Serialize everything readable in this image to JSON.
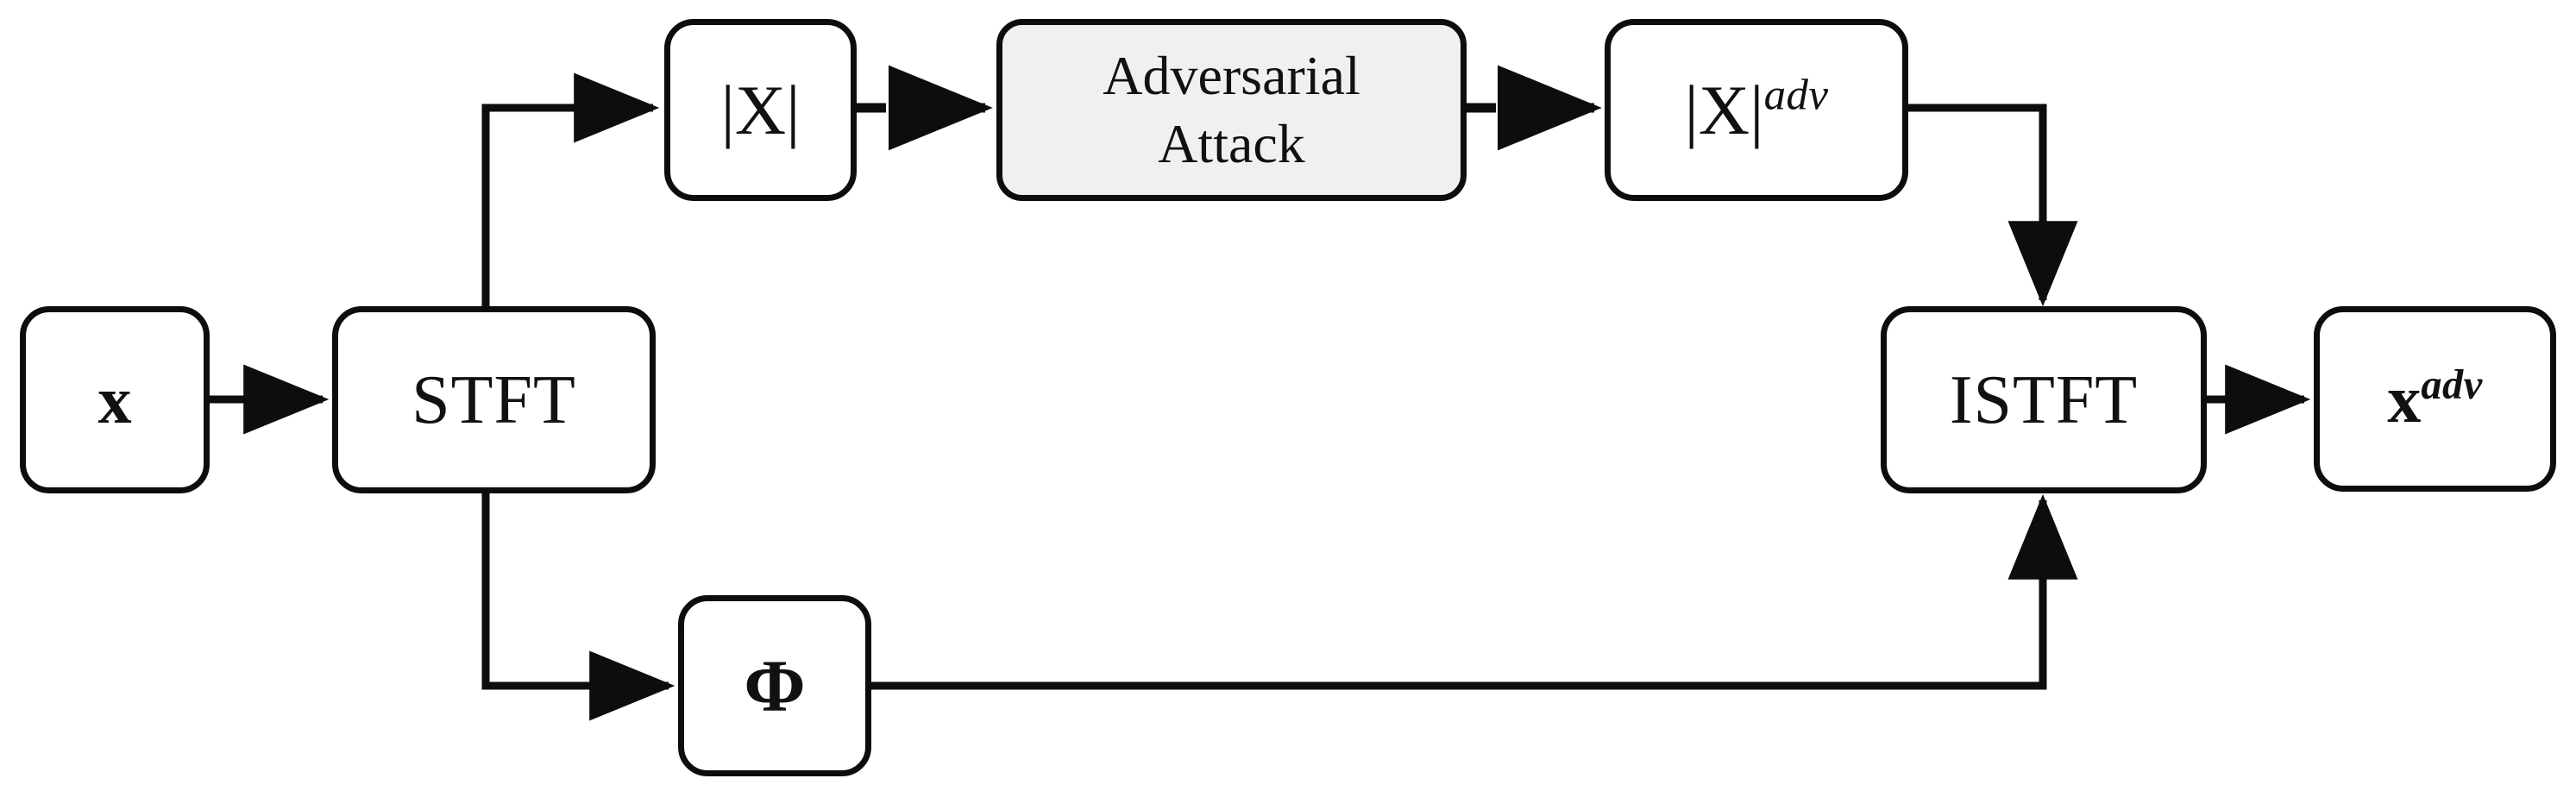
{
  "diagram": {
    "title": "STFT adversarial attack pipeline",
    "type": "flowchart",
    "background_color": "#ffffff",
    "stroke_color": "#0d0d0d",
    "highlight_fill": "#f0f0f0"
  },
  "nodes": {
    "input": {
      "id": "x",
      "label": "x",
      "superscript": "",
      "shape": "rounded-rect",
      "fill": "#ffffff"
    },
    "stft": {
      "id": "stft",
      "label": "STFT",
      "superscript": "",
      "shape": "rounded-rect",
      "fill": "#ffffff"
    },
    "magnitude": {
      "id": "magnitude",
      "label": "|X|",
      "superscript": "",
      "shape": "rounded-rect",
      "fill": "#ffffff"
    },
    "attack": {
      "id": "attack",
      "label_line1": "Adversarial",
      "label_line2": "Attack",
      "shape": "rounded-rect",
      "fill": "#f0f0f0"
    },
    "magnitude_adv": {
      "id": "magnitude-adv",
      "label": "|X|",
      "superscript": "adv",
      "shape": "rounded-rect",
      "fill": "#ffffff"
    },
    "istft": {
      "id": "istft",
      "label": "ISTFT",
      "superscript": "",
      "shape": "rounded-rect",
      "fill": "#ffffff"
    },
    "output": {
      "id": "x-adv",
      "label": "x",
      "superscript": "adv",
      "shape": "rounded-rect",
      "fill": "#ffffff"
    },
    "phase": {
      "id": "phi",
      "label": "Φ",
      "superscript": "",
      "shape": "rounded-rect",
      "fill": "#ffffff"
    }
  },
  "edges": [
    {
      "id": "x-to-stft",
      "from": "x",
      "to": "stft",
      "style": "solid",
      "arrow": "end"
    },
    {
      "id": "stft-to-magnitude",
      "from": "stft",
      "to": "magnitude",
      "style": "solid",
      "arrow": "end"
    },
    {
      "id": "magnitude-to-attack",
      "from": "magnitude",
      "to": "attack",
      "style": "dashed",
      "arrow": "end"
    },
    {
      "id": "attack-to-magnitude-adv",
      "from": "attack",
      "to": "magnitude-adv",
      "style": "dashed",
      "arrow": "end"
    },
    {
      "id": "magnitude-adv-to-istft",
      "from": "magnitude-adv",
      "to": "istft",
      "style": "solid",
      "arrow": "end"
    },
    {
      "id": "stft-to-phi",
      "from": "stft",
      "to": "phi",
      "style": "solid",
      "arrow": "end"
    },
    {
      "id": "phi-to-istft",
      "from": "phi",
      "to": "istft",
      "style": "solid",
      "arrow": "end"
    },
    {
      "id": "istft-to-output",
      "from": "istft",
      "to": "x-adv",
      "style": "solid",
      "arrow": "end"
    }
  ]
}
